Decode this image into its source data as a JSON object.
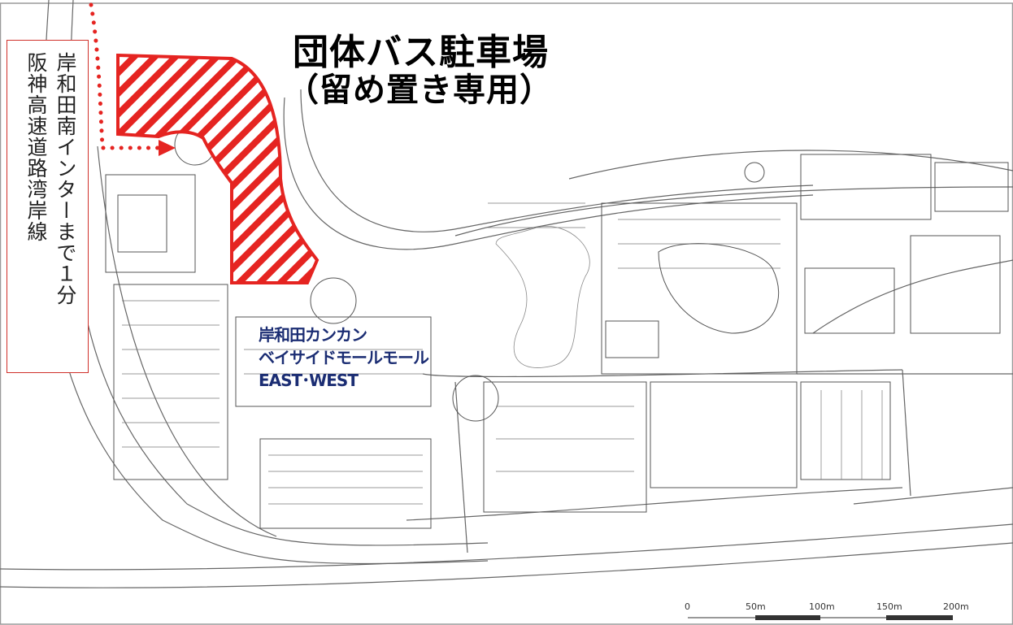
{
  "title": {
    "line1": "団体バス駐車場",
    "line2": "（留め置き専用）"
  },
  "route_note": {
    "col1": "岸和田南インターまで１分",
    "col2": "阪神高速道路湾岸線"
  },
  "mall_label": {
    "line1": "岸和田カンカン",
    "line2": "ベイサイドモールモール",
    "line3": "EAST･WEST"
  },
  "scale_bar": {
    "labels": [
      "0",
      "50m",
      "100m",
      "150m",
      "200m"
    ]
  },
  "colors": {
    "parking_area": "#e52421",
    "route_arrow": "#e52421",
    "mall_label": "#1b2d73",
    "map_lines": "#555555"
  }
}
